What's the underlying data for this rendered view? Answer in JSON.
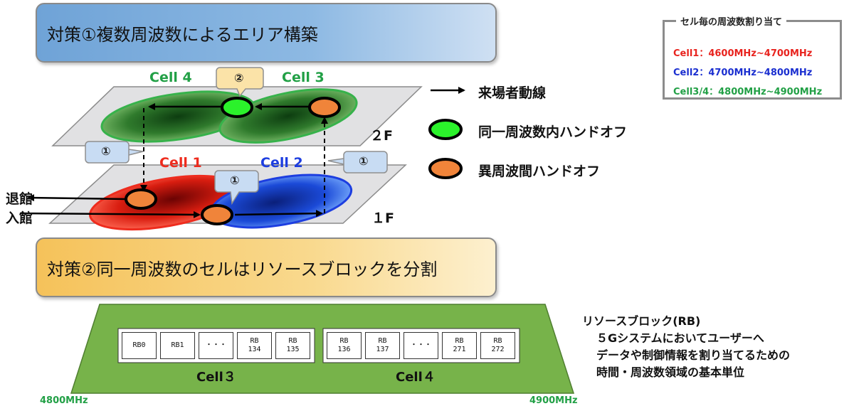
{
  "banners": {
    "measure1": "対策①複数周波数によるエリア構築",
    "measure2": "対策②同一周波数のセルはリソースブロックを分割"
  },
  "frequency_legend": {
    "title": "セル毎の周波数割り当て",
    "lines": [
      {
        "text": "Cell1：4600MHz~4700MHz",
        "color": "#e8231e"
      },
      {
        "text": "Cell2：4700MHz~4800MHz",
        "color": "#1b2fd0"
      },
      {
        "text": "Cell3/4：4800MHz~4900MHz",
        "color": "#22a046"
      }
    ]
  },
  "floor_map": {
    "floor_2f": "２F",
    "floor_1f": "１F",
    "cells": {
      "cell4": "Cell 4",
      "cell3": "Cell 3",
      "cell1": "Cell 1",
      "cell2": "Cell 2"
    },
    "callouts": {
      "one": "①",
      "two": "②"
    },
    "exit_label": "退館",
    "entry_label": "入館"
  },
  "key": {
    "visitor_flow": "来場者動線",
    "same_freq_handoff": "同一周波数内ハンドオフ",
    "inter_freq_handoff": "異周波間ハンドオフ"
  },
  "resource_blocks": {
    "cell3_blocks": [
      [
        "RB0"
      ],
      [
        "RB1"
      ],
      [
        "・・・"
      ],
      [
        "RB",
        "134"
      ],
      [
        "RB",
        "135"
      ]
    ],
    "cell4_blocks": [
      [
        "RB",
        "136"
      ],
      [
        "RB",
        "137"
      ],
      [
        "・・・"
      ],
      [
        "RB",
        "271"
      ],
      [
        "RB",
        "272"
      ]
    ],
    "cell3_label": "Cell３",
    "cell4_label": "Cell４",
    "freq_start": "4800MHz",
    "freq_end": "4900MHz"
  },
  "rb_description": {
    "title": "リソースブロック(RB)",
    "line1": "５Gシステムにおいてユーザーへ",
    "line2": "データや制御情報を割り当てるための",
    "line3": "時間・周波数領域の基本単位"
  }
}
